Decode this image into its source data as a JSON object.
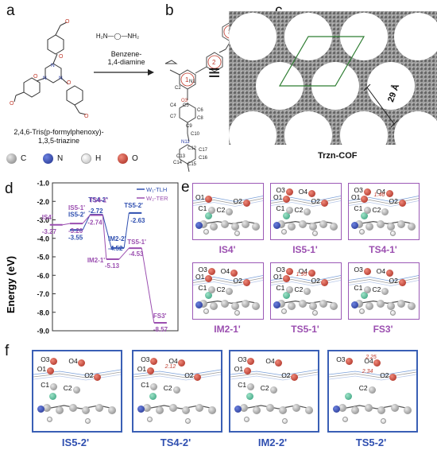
{
  "panel_letters": {
    "a": "a",
    "b": "b",
    "c": "c",
    "d": "d",
    "e": "e",
    "f": "f"
  },
  "panel_a": {
    "reagent_name": "Benzene-\n1,4-diamine",
    "reagent_formula": "H₂N—◯—NH₂",
    "compound_name_line1": "2,4,6-Tris(p-formylphenoxy)-",
    "compound_name_line2": "1,3,5-triazine",
    "legend": [
      {
        "symbol": "C",
        "color": "#8a8a8a"
      },
      {
        "symbol": "N",
        "color": "#2b3fa8"
      },
      {
        "symbol": "H",
        "color": "#f2f2f2"
      },
      {
        "symbol": "O",
        "color": "#c0392b"
      }
    ]
  },
  "panel_b": {
    "equiv_symbol": "≡",
    "ring_labels": [
      "1",
      "2",
      "3"
    ],
    "atom_labels": [
      "N1",
      "C2",
      "O3",
      "C4",
      "C5",
      "C6",
      "C7",
      "C8",
      "C9",
      "C10",
      "N11",
      "C12",
      "C13",
      "C14",
      "C15",
      "C16",
      "C17"
    ]
  },
  "panel_c": {
    "cof_label": "Trzn-COF",
    "dimension": "29 Å"
  },
  "chart_data": {
    "type": "line",
    "ylabel": "Energy (eV)",
    "ylim": [
      -9.0,
      -1.0
    ],
    "yticks": [
      "-1.0",
      "-2.0",
      "-3.0",
      "-4.0",
      "-5.0",
      "-6.0",
      "-7.0",
      "-8.0",
      "-9.0"
    ],
    "series": [
      {
        "name": "W₁-TLH",
        "color": "#2f4fb0",
        "points": [
          {
            "label": "IS5-2'",
            "value": -3.55,
            "value_text": "-3.55"
          },
          {
            "label": "TS4-2'",
            "value": -2.72,
            "value_text": "-2.72"
          },
          {
            "label": "IM2-2'",
            "value": -4.52,
            "value_text": "-4.52"
          },
          {
            "label": "TS5-2'",
            "value": -2.63,
            "value_text": "-2.63"
          }
        ]
      },
      {
        "name": "W₂-TER",
        "color": "#9b4fb0",
        "points": [
          {
            "label": "IS4'",
            "value": -3.27,
            "value_text": "-3.27"
          },
          {
            "label": "IS5-1'",
            "value": -3.2,
            "value_text": "-3.20"
          },
          {
            "label": "TS4-1'",
            "value": -2.74,
            "value_text": "-2.74"
          },
          {
            "label": "IM2-1'",
            "value": -5.13,
            "value_text": "-5.13"
          },
          {
            "label": "TS5-1'",
            "value": -4.53,
            "value_text": "-4.53"
          },
          {
            "label": "FS3'",
            "value": -8.57,
            "value_text": "-8.57"
          }
        ]
      }
    ]
  },
  "panel_e": {
    "boxes": [
      {
        "caption": "IS4'",
        "atoms": [
          "O1",
          "C1",
          "C2",
          "O2"
        ],
        "bond_text": ""
      },
      {
        "caption": "IS5-1'",
        "atoms": [
          "O3",
          "O4",
          "O1",
          "C1",
          "C2",
          "O2"
        ],
        "bond_text": ""
      },
      {
        "caption": "TS4-1'",
        "atoms": [
          "O3",
          "O4",
          "O1",
          "C1",
          "C2",
          "O2"
        ],
        "bond_text": "1.46"
      },
      {
        "caption": "IM2-1'",
        "atoms": [
          "O3",
          "O4",
          "O1",
          "C1",
          "C2",
          "O2"
        ],
        "bond_text": ""
      },
      {
        "caption": "TS5-1'",
        "atoms": [
          "O3",
          "O4",
          "O1",
          "C1",
          "C2",
          "O2"
        ],
        "bond_text": "1.95"
      },
      {
        "caption": "FS3'",
        "atoms": [
          "O4",
          "O2",
          "O3",
          "C1",
          "C2"
        ],
        "bond_text": ""
      }
    ]
  },
  "panel_f": {
    "boxes": [
      {
        "caption": "IS5-2'",
        "atoms": [
          "O3",
          "O4",
          "O1",
          "C1",
          "C2",
          "O2"
        ],
        "bond_text": ""
      },
      {
        "caption": "TS4-2'",
        "atoms": [
          "O3",
          "O4",
          "O1",
          "C1",
          "C2",
          "O2"
        ],
        "bond_text": "2.12"
      },
      {
        "caption": "IM2-2'",
        "atoms": [
          "O4",
          "O3",
          "O1",
          "C1",
          "C2",
          "O2"
        ],
        "bond_text": ""
      },
      {
        "caption": "TS5-2'",
        "atoms": [
          "O4",
          "O3",
          "C2",
          "O2"
        ],
        "bond_text_a": "2.25",
        "bond_text_b": "2.34"
      }
    ]
  }
}
